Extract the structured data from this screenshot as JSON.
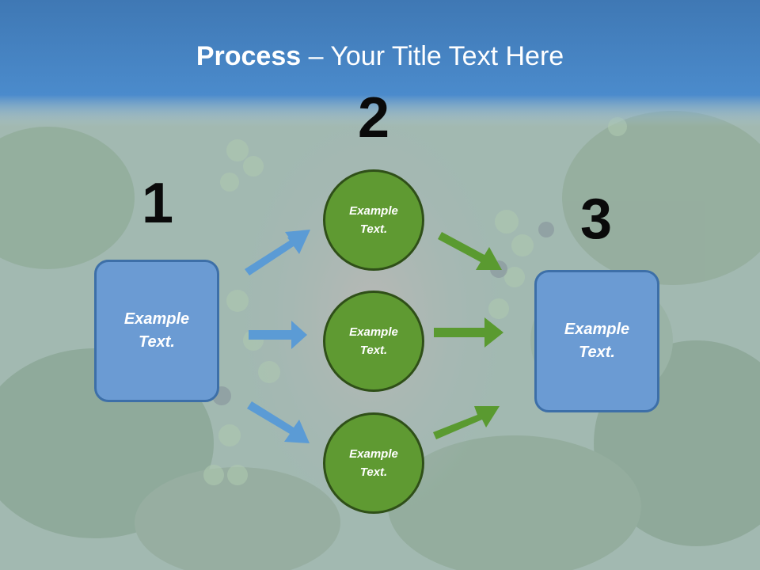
{
  "slide": {
    "title_bold": "Process",
    "title_rest": " – Your Title Text Here"
  },
  "steps": {
    "step1_number": "1",
    "step2_number": "2",
    "step3_number": "3"
  },
  "left_box": {
    "line1": "Example",
    "line2": "Text."
  },
  "right_box": {
    "line1": "Example",
    "line2": "Text."
  },
  "circles": [
    {
      "line1": "Example",
      "line2": "Text."
    },
    {
      "line1": "Example",
      "line2": "Text."
    },
    {
      "line1": "Example",
      "line2": "Text."
    }
  ],
  "colors": {
    "header_blue": "#4a86c8",
    "box_blue": "#6b9bd3",
    "circle_green": "#5f9a32",
    "arrow_blue": "#5b9bd5",
    "arrow_green": "#5a9a30"
  }
}
